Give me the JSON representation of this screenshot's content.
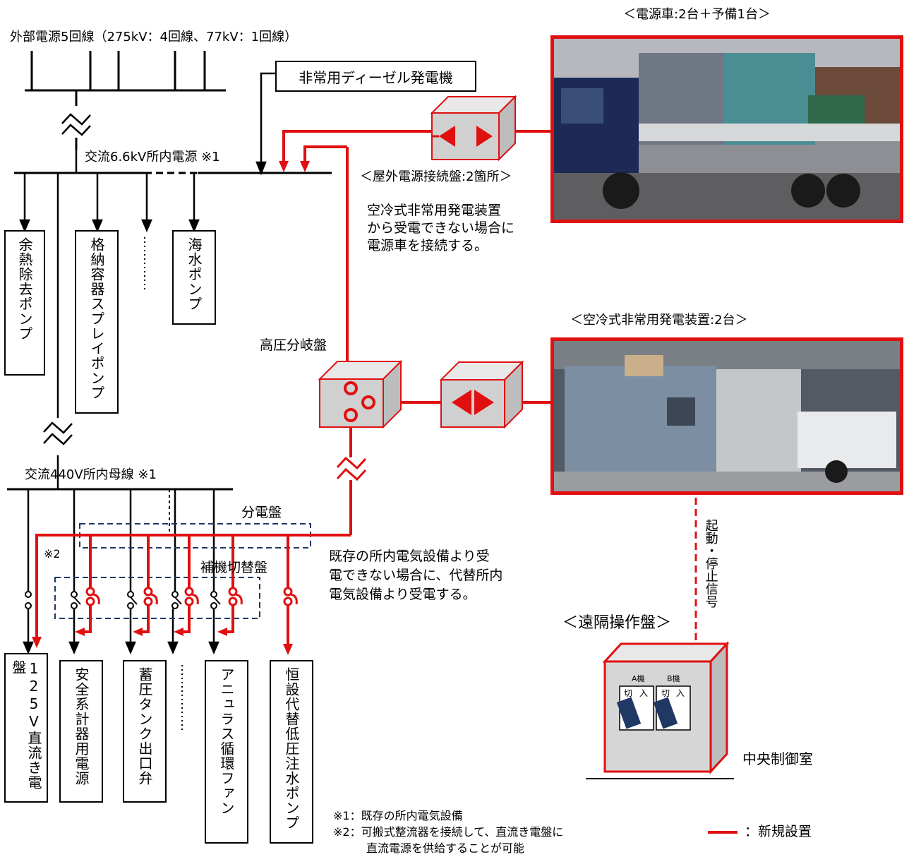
{
  "external_source": "外部電源5回線（275kV：4回線、77kV：1回線）",
  "bus_66kv": "交流6.6kV所内電源 ※1",
  "bus_440v": "交流440V所内母線 ※1",
  "diesel": "非常用ディーゼル発電機",
  "outdoor_panel": "＜屋外電源接続盤:2箇所＞",
  "outdoor_note": [
    "空冷式非常用発電装置",
    "から受電できない場合に",
    "電源車を接続する。"
  ],
  "power_truck_title": "＜電源車:2台＋予備1台＞",
  "aircooled_title": "＜空冷式非常用発電装置:2台＞",
  "hv_branch": "高圧分岐盤",
  "distribution_panel": "分電盤",
  "aux_switch_panel": "補機切替盤",
  "note2_mark": "※2",
  "alt_note": [
    "既存の所内電気設備より受",
    "電できない場合に、代替所内",
    "電気設備より受電する。"
  ],
  "signal_label": "起動・停止信号",
  "remote_panel_title": "＜遠隔操作盤＞",
  "remote_panel": {
    "unit_a": "A機",
    "unit_b": "B機",
    "off": "切",
    "on": "入"
  },
  "control_room": "中央制御室",
  "loads_66kv": [
    "余熱除去ポンプ",
    "格納容器スプレイポンプ",
    "海水ポンプ"
  ],
  "loads_440v": [
    "125V直流き電盤",
    "安全系計器用電源",
    "蓄圧タンク出口弁",
    "アニュラス循環ファン",
    "恒設代替低圧注水ポンプ"
  ],
  "legend": {
    "note1": "※1：既存の所内電気設備",
    "note2_line1": "※2：可搬式整流器を接続して、直流き電盤に",
    "note2_line2": "直流電源を供給することが可能",
    "new_install": "：新規設置"
  },
  "colors": {
    "new": "#e01010",
    "existing": "#000000",
    "dashed_panel": "#1f3864"
  }
}
